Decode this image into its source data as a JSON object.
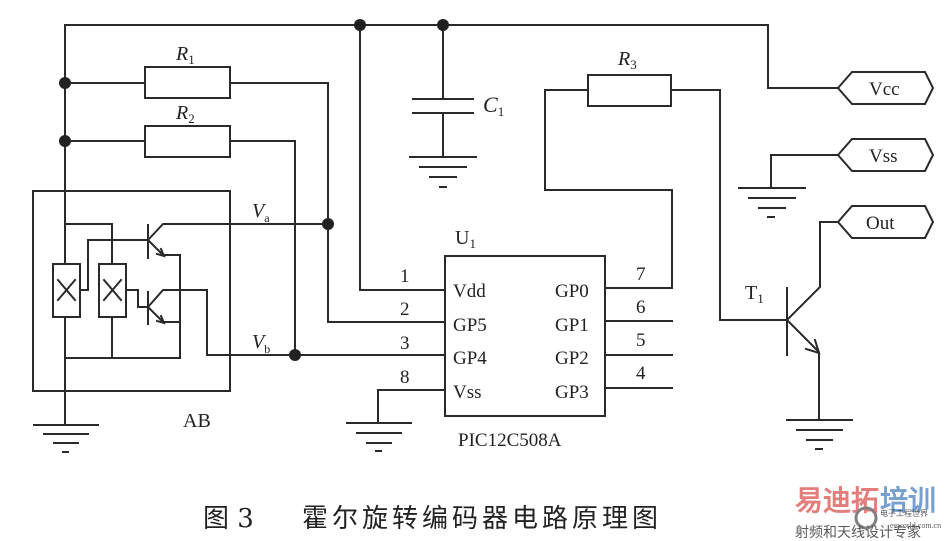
{
  "figure": {
    "caption_number": "图 3",
    "caption_title": "霍尔旋转编码器电路原理图"
  },
  "components": {
    "r1": "R",
    "r1_sub": "1",
    "r2": "R",
    "r2_sub": "2",
    "r3": "R",
    "r3_sub": "3",
    "c1": "C",
    "c1_sub": "1",
    "u1": "U",
    "u1_sub": "1",
    "t1": "T",
    "t1_sub": "1",
    "va": "V",
    "va_sub": "a",
    "vb": "V",
    "vb_sub": "b",
    "ab_label": "AB",
    "chip_name": "PIC12C508A"
  },
  "chip_pins": {
    "left": [
      {
        "num": "1",
        "name": "Vdd"
      },
      {
        "num": "2",
        "name": "GP5"
      },
      {
        "num": "3",
        "name": "GP4"
      },
      {
        "num": "8",
        "name": "Vss"
      }
    ],
    "right": [
      {
        "num": "7",
        "name": "GP0"
      },
      {
        "num": "6",
        "name": "GP1"
      },
      {
        "num": "5",
        "name": "GP2"
      },
      {
        "num": "4",
        "name": "GP3"
      }
    ]
  },
  "ports": {
    "vcc": "Vcc",
    "vss": "Vss",
    "out": "Out"
  },
  "watermark": {
    "line1a": "易迪拓",
    "line1b": "培训",
    "logo_text": "电子工程世界",
    "site": "eeworld.com.cn",
    "line2": "射频和天线设计专家",
    "color_red": "#d9534f",
    "color_blue": "#4a7fc1"
  }
}
